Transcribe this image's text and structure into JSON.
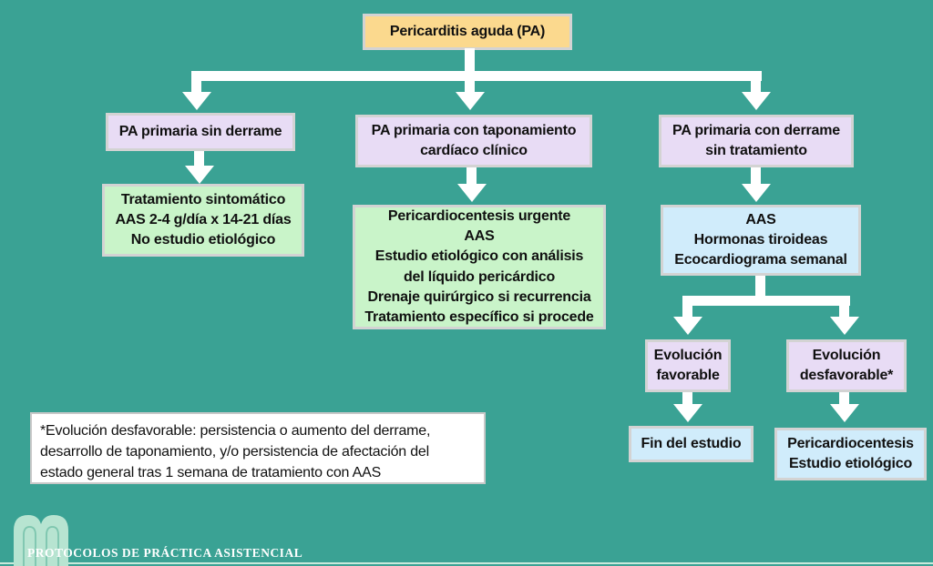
{
  "title": "Pericarditis aguda (PA) - algoritmo de manejo",
  "boxes": {
    "root": {
      "label": "Pericarditis aguda (PA)"
    },
    "sin_derrame": {
      "label": "PA primaria sin derrame"
    },
    "taponamiento": {
      "label": "PA primaria con taponamiento\ncardíaco clínico"
    },
    "con_derrame": {
      "label": "PA primaria con derrame\nsin tratamiento"
    },
    "tratamiento_sintomatico": {
      "label": "Tratamiento sintomático\nAAS 2-4 g/día x 14-21 días\nNo estudio etiológico"
    },
    "pericardiocentesis_urgente": {
      "label": "Pericardiocentesis urgente\nAAS\nEstudio etiológico con análisis\ndel líquido pericárdico\nDrenaje quirúrgico si recurrencia\nTratamiento específico si procede"
    },
    "aas_hormonas": {
      "label": "AAS\nHormonas tiroideas\nEcocardiograma semanal"
    },
    "evolucion_favorable": {
      "label": "Evolución\nfavorable"
    },
    "evolucion_desfavorable": {
      "label": "Evolución\ndesfavorable*"
    },
    "fin_estudio": {
      "label": "Fin del estudio"
    },
    "pericardiocentesis_estudio": {
      "label": "Pericardiocentesis\nEstudio etiológico"
    }
  },
  "note": {
    "text": "*Evolución desfavorable: persistencia o aumento del derrame,\ndesarrollo de taponamiento, y/o persistencia de afectación del\nestado general tras 1 semana de tratamiento con AAS"
  },
  "footer": {
    "brand": "PROTOCOLOS DE PRÁCTICA ASISTENCIAL",
    "logo": "double-arch-m-logo"
  },
  "colors": {
    "background": "#3aa294",
    "root_box": "#fbd98e",
    "purple_box": "#e8dcf5",
    "green_box": "#c9f4c9",
    "blue_box": "#d0ecfb",
    "box_border": "#d3d3d3",
    "arrow": "#ffffff",
    "note_bg": "#ffffff",
    "note_border": "#c8c8c8",
    "logo_fill": "#b7e4d1",
    "logo_stroke": "#7cc5ae",
    "footer_text": "#ffffff",
    "bottom_line": "#c9e9db"
  }
}
